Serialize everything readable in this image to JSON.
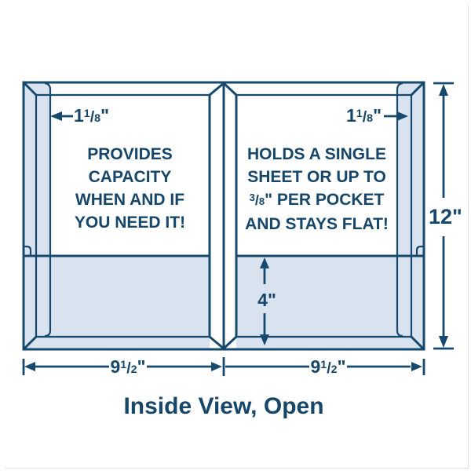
{
  "title": "Inside View, Open",
  "colors": {
    "line": "#17486E",
    "text": "#16466A",
    "fill": "#D9E3EF",
    "background": "#FFFFFF"
  },
  "panels": {
    "left": {
      "lines": [
        "PROVIDES",
        "CAPACITY",
        "WHEN AND IF",
        "YOU NEED IT!"
      ]
    },
    "right": {
      "lines_before": [
        "HOLDS A SINGLE",
        "SHEET OR UP TO"
      ],
      "fraction_line": {
        "num": "3",
        "slash": "/",
        "den": "8",
        "rest": "\" PER POCKET"
      },
      "lines_after": [
        "AND STAYS FLAT!"
      ]
    }
  },
  "dimensions": {
    "flap_left": {
      "whole": "1",
      "num": "1",
      "slash": "/",
      "den": "8",
      "unit": "\""
    },
    "flap_right": {
      "whole": "1",
      "num": "1",
      "slash": "/",
      "den": "8",
      "unit": "\""
    },
    "height": {
      "whole": "12",
      "unit": "\""
    },
    "width_left": {
      "whole": "9",
      "num": "1",
      "slash": "/",
      "den": "2",
      "unit": "\""
    },
    "width_right": {
      "whole": "9",
      "num": "1",
      "slash": "/",
      "den": "2",
      "unit": "\""
    },
    "pocket_height": {
      "whole": "4",
      "unit": "\""
    }
  }
}
